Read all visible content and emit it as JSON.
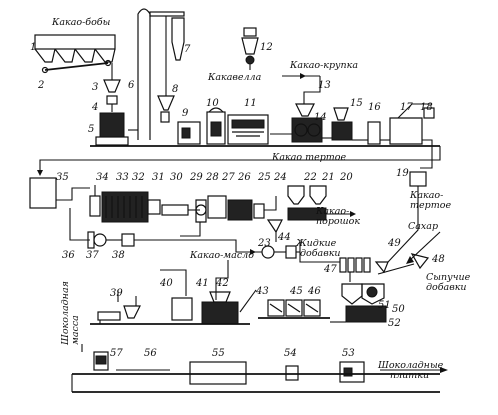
{
  "labels": {
    "cocoa_beans": "Какао-бобы",
    "cocoa_shell": "Какавелла",
    "cocoa_crumb": "Какао-крупка",
    "cocoa_liquor": "Какао тертое",
    "cocoa_liquor_r1": "Какао-",
    "cocoa_liquor_r2": "тертое",
    "sugar": "Сахар",
    "cocoa_powder_1": "Какао-",
    "cocoa_powder_2": "порошок",
    "liquid_additives_1": "Жидкие",
    "liquid_additives_2": "добавки",
    "bulk_additives_1": "Сыпучие",
    "bulk_additives_2": "добавки",
    "cocoa_butter": "Какао-масло",
    "chocolate_bars_1": "Шоколадные",
    "chocolate_bars_2": "плитки",
    "chocolate_mass_1": "Шоколадная",
    "chocolate_mass_2": "масса"
  },
  "numbers": {
    "n1": "1",
    "n2": "2",
    "n3": "3",
    "n4": "4",
    "n5": "5",
    "n6": "6",
    "n7": "7",
    "n8": "8",
    "n9": "9",
    "n10": "10",
    "n11": "11",
    "n12": "12",
    "n13": "13",
    "n14": "14",
    "n15": "15",
    "n16": "16",
    "n17": "17",
    "n18": "18",
    "n19": "19",
    "n20": "20",
    "n21": "21",
    "n22": "22",
    "n23": "23",
    "n24": "24",
    "n25": "25",
    "n26": "26",
    "n27": "27",
    "n28": "28",
    "n29": "29",
    "n30": "30",
    "n31": "31",
    "n32": "32",
    "n33": "33",
    "n34": "34",
    "n35": "35",
    "n36": "36",
    "n37": "37",
    "n38": "38",
    "n39": "39",
    "n40": "40",
    "n41": "41",
    "n42": "42",
    "n43": "43",
    "n44": "44",
    "n45": "45",
    "n46": "46",
    "n47": "47",
    "n48": "48",
    "n49": "49",
    "n50": "50",
    "n51": "51",
    "n52": "52",
    "n53": "53",
    "n54": "54",
    "n55": "55",
    "n56": "56",
    "n57": "57"
  }
}
